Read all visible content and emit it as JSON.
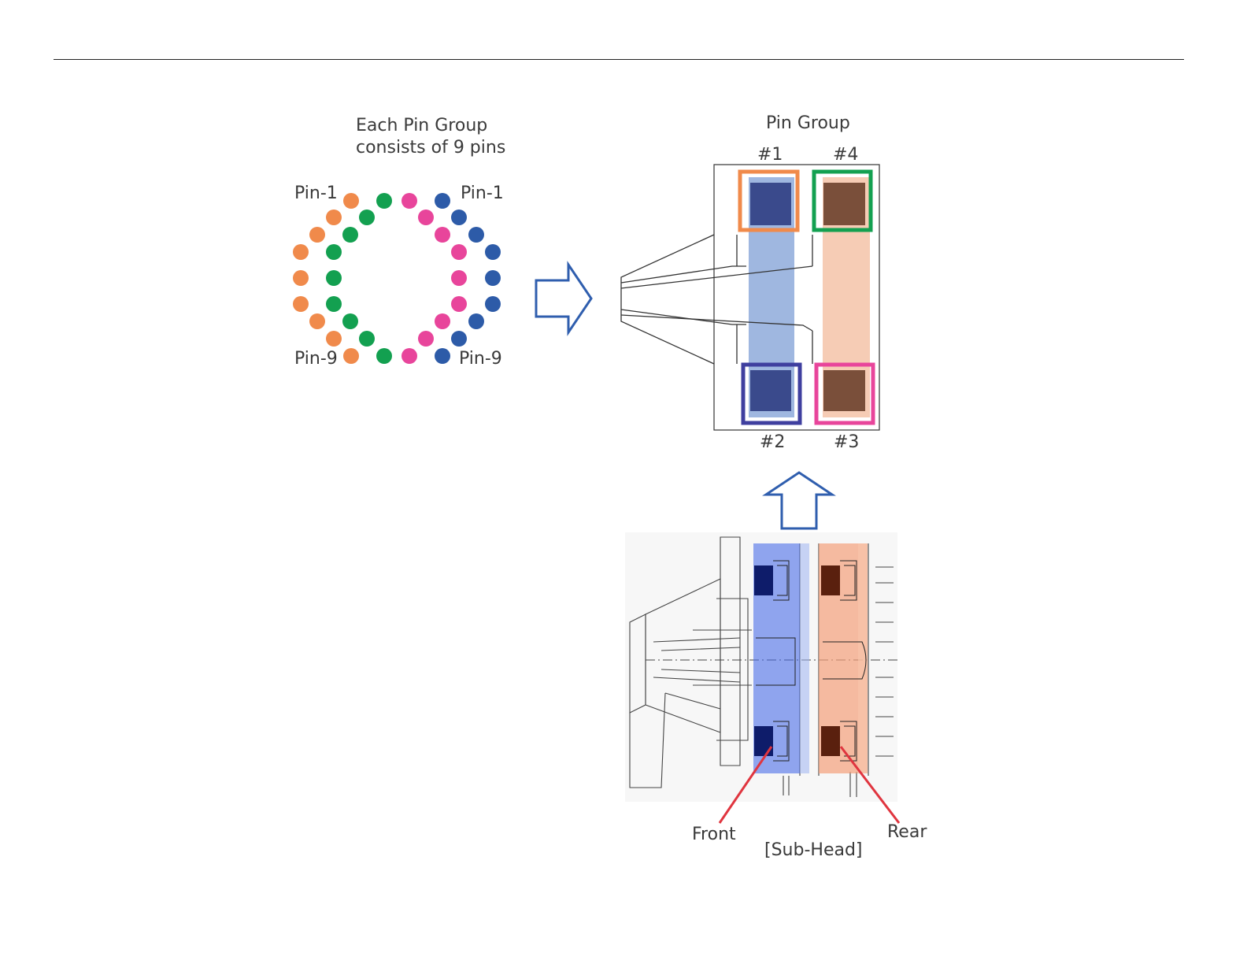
{
  "left_diagram": {
    "caption_line1": "Each Pin Group",
    "caption_line2": "consists of 9 pins",
    "pin_start_left": "Pin-1",
    "pin_end_left": "Pin-9",
    "pin_start_right": "Pin-1",
    "pin_end_right": "Pin-9"
  },
  "right_diagram": {
    "title": "Pin Group",
    "groups": [
      {
        "label": "#1",
        "color": "#F08A4B"
      },
      {
        "label": "#4",
        "color": "#13A050"
      },
      {
        "label": "#2",
        "color": "#3F3F9F"
      },
      {
        "label": "#3",
        "color": "#E8459B"
      }
    ]
  },
  "sub_head": {
    "front_label": "Front",
    "rear_label": "Rear",
    "caption": "[Sub-Head]"
  },
  "colors": {
    "group_orange": "#F08A4B",
    "group_green": "#13A050",
    "group_pink": "#E8459B",
    "group_blue": "#2D5BA8",
    "arrow": "#2F5EAE",
    "pointer": "#E0353F"
  }
}
